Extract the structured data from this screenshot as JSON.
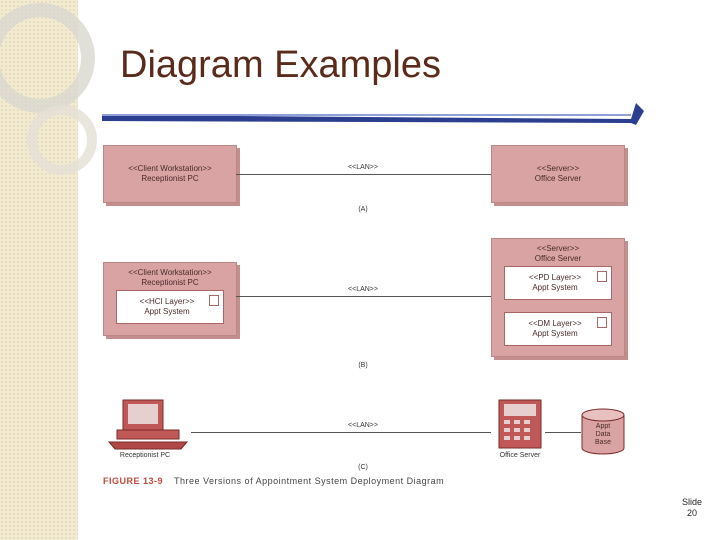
{
  "title": "Diagram Examples",
  "slide": {
    "label": "Slide",
    "number": "20"
  },
  "colors": {
    "title": "#5a2a1a",
    "node": "#d9a3a3",
    "arrow": "#2b3e8f",
    "band": "#f3ead2"
  },
  "diagram": {
    "a": {
      "client": "<<Client Workstation>>\nReceptionist PC",
      "link": "<<LAN>>",
      "server": "<<Server>>\nOffice Server",
      "caption": "(A)"
    },
    "b": {
      "client": "<<Client Workstation>>\nReceptionist PC",
      "client_comp": "<<HCI Layer>>\nAppt System",
      "link": "<<LAN>>",
      "server": "<<Server>>\nOffice Server",
      "server_comp1": "<<PD Layer>>\nAppt System",
      "server_comp2": "<<DM Layer>>\nAppt System",
      "caption": "(B)"
    },
    "c": {
      "pc_label": "Receptionist PC",
      "link": "<<LAN>>",
      "server_label": "Office Server",
      "db_label": "Appt\nData\nBase",
      "caption": "(C)"
    },
    "figure_label": "FIGURE 13-9",
    "figure_caption": "Three Versions of Appointment System Deployment Diagram"
  }
}
